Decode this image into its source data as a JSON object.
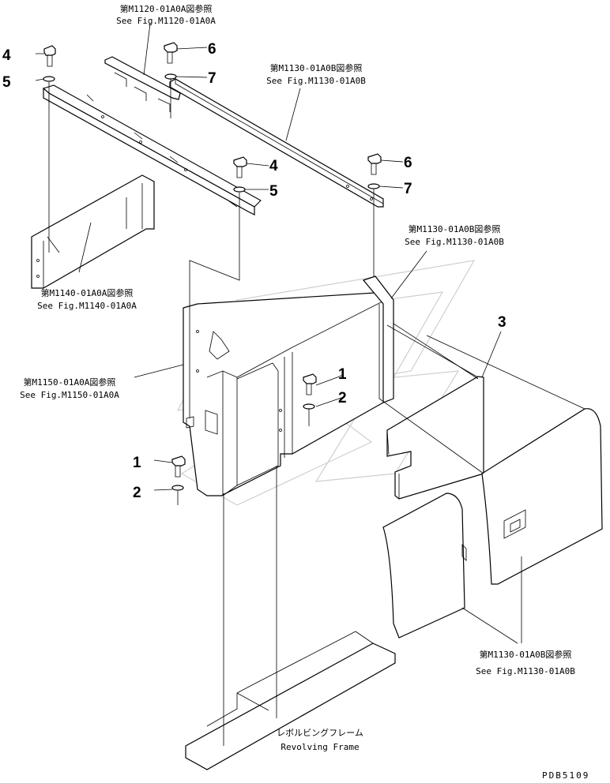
{
  "references": {
    "m1120": {
      "jp": "第M1120-01A0A図参照",
      "en": "See Fig.M1120-01A0A"
    },
    "m1130_top": {
      "jp": "第M1130-01A0B図参照",
      "en": "See Fig.M1130-01A0B"
    },
    "m1130_mid": {
      "jp": "第M1130-01A0B図参照",
      "en": "See Fig.M1130-01A0B"
    },
    "m1140": {
      "jp": "第M1140-01A0A図参照",
      "en": "See Fig.M1140-01A0A"
    },
    "m1150": {
      "jp": "第M1150-01A0A図参照",
      "en": "See Fig.M1150-01A0A"
    },
    "m1130_bot": {
      "jp": "第M1130-01A0B図参照",
      "en": "See Fig.M1130-01A0B"
    }
  },
  "frame": {
    "jp": "レボルビングフレーム",
    "en": "Revolving Frame"
  },
  "part_numbers": {
    "p4a": "4",
    "p5a": "5",
    "p6a": "6",
    "p7a": "7",
    "p4b": "4",
    "p5b": "5",
    "p6b": "6",
    "p7b": "7",
    "p3": "3",
    "p1a": "1",
    "p2a": "2",
    "p1b": "1",
    "p2b": "2"
  },
  "drawing_code": "PDB5109"
}
